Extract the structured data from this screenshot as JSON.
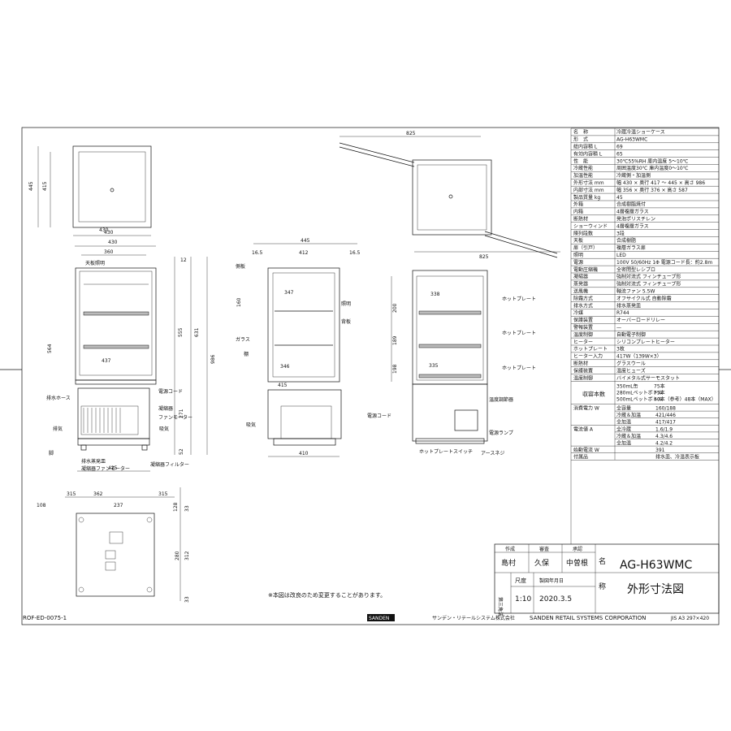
{
  "dims": {
    "top_w": "825",
    "bottom_w": "825",
    "front_w1": "430",
    "front_w2": "430",
    "front_w3": "437",
    "front_w4": "425",
    "front_inner": "360",
    "front_inner_h": "564",
    "h445": "445",
    "h415": "415",
    "w430b": "430",
    "h12": "12",
    "h555": "555",
    "h631": "631",
    "h986": "986",
    "h271": "271",
    "h52": "52",
    "side_445": "445",
    "side_165a": "16.5",
    "side_412": "412",
    "side_165b": "16.5",
    "side_347": "347",
    "side_346": "346",
    "side_415": "415",
    "side_410": "410",
    "side_200": "200",
    "side_189": "189",
    "side_198": "198",
    "side_160": "160",
    "right_338": "338",
    "right_335": "335",
    "bot_315a": "315",
    "bot_362": "362",
    "bot_315b": "315",
    "bot_237": "237",
    "bot_108": "108",
    "bot_128": "128",
    "bot_33a": "33",
    "bot_312": "312",
    "bot_280": "280",
    "bot_33b": "33"
  },
  "labels": {
    "front": [
      "天板照明",
      "排水ホース",
      "凝縮器",
      "電源コード",
      "排気",
      "ファンモーター",
      "脚",
      "凝縮器フィルター",
      "吸気",
      "排水蒸発皿",
      "凝縮器ファンモーター"
    ],
    "side": [
      "側板",
      "ガラス",
      "背板",
      "棚",
      "照明",
      "吸気"
    ],
    "right": [
      "ホットプレート",
      "ホットプレート",
      "ホットプレート",
      "温度調節器",
      "電源コード",
      "ホットプレートスイッチ",
      "電源ランプ",
      "アースネジ"
    ]
  },
  "spec_rows": [
    [
      "名　称",
      "冷蔵冷温ショーケース"
    ],
    [
      "形　式",
      "AG-H63WMC"
    ],
    [
      "総内容積 L",
      "69"
    ],
    [
      "有効内容積 L",
      "65"
    ],
    [
      "性　能",
      "30℃55%RH 庫内温度 5～10℃"
    ],
    [
      "冷蔵性能",
      "周囲温度30℃ 庫内温度0～10℃"
    ],
    [
      "加温性能",
      "冷蔵側・加温側"
    ],
    [
      "外形寸法 mm",
      "幅 430 × 奥行 417 ～ 445 × 高さ 986"
    ],
    [
      "内部寸法 mm",
      "幅 356 × 奥行 376 × 高さ 587"
    ],
    [
      "製品質量 kg",
      "45"
    ],
    [
      "外箱",
      "合成樹脂焼付"
    ],
    [
      "内箱",
      "4層複層ガラス"
    ],
    [
      "断熱材",
      "発泡ポリスチレン"
    ],
    [
      "ショーウィンド",
      "4層複層ガラス"
    ],
    [
      "陳列段数",
      "3段"
    ],
    [
      "天板",
      "合成樹脂"
    ],
    [
      "扉（引戸）",
      "複層ガラス扉"
    ],
    [
      "照明",
      "LED"
    ],
    [
      "電源",
      "100V 50/60Hz 1Φ 電源コード長：約2.8m"
    ],
    [
      "電動圧縮機",
      "全密閉型レシプロ"
    ],
    [
      "凝縮器",
      "強制対流式 フィンチューブ形"
    ],
    [
      "蒸発器",
      "強制対流式 フィンチューブ形"
    ],
    [
      "送風機",
      "軸流ファン 5.5W"
    ],
    [
      "除霜方式",
      "オフサイクル式 自動除霜"
    ],
    [
      "排水方式",
      "排水蒸発皿"
    ],
    [
      "冷媒",
      "R744"
    ],
    [
      "保護装置",
      "オーバーロードリレー"
    ],
    [
      "警報装置",
      "—"
    ],
    [
      "温度制御",
      "自動電子制御"
    ],
    [
      "ヒーター",
      "シリコンプレートヒーター"
    ],
    [
      "ホットプレート",
      "3枚"
    ],
    [
      "ヒーター入力",
      "417W（139W×3）"
    ],
    [
      "断熱材",
      "グラスウール"
    ],
    [
      "保護装置",
      "温度ヒューズ"
    ],
    [
      "温度制御",
      "バイメタル式サーモスタット"
    ]
  ],
  "capacity": [
    [
      "350mL缶",
      "75本"
    ],
    [
      "280mLペットボトル",
      "75本"
    ],
    [
      "500mLペットボトル",
      "40本（参考）48本（MAX）"
    ]
  ],
  "power": [
    [
      "消費電力 W",
      "全容量",
      "160/188"
    ],
    [
      "",
      "冷蔵＆加温",
      "421/446"
    ],
    [
      "",
      "全加温",
      "417/417"
    ],
    [
      "電流値 A",
      "全冷蔵",
      "1.6/1.9"
    ],
    [
      "",
      "冷蔵＆加温",
      "4.3/4.6"
    ],
    [
      "",
      "全加温",
      "4.2/4.2"
    ],
    [
      "始動電流 W",
      "",
      "391"
    ],
    [
      "付属品",
      "",
      "排水皿、冷温表示板"
    ]
  ],
  "title_block": {
    "created": "作成",
    "checked": "審査",
    "approved": "承認",
    "created_by": "島村",
    "checked_by": "久保",
    "approved_by": "中曽根",
    "name_label": "名",
    "model": "AG-H63WMC",
    "name_label2": "称",
    "drawing_name": "外形寸法図",
    "scale_label": "尺度",
    "scale": "1:10",
    "date_label": "製図年月日",
    "date": "2020.3.5",
    "method_label": "第三角法",
    "company_jp": "サンデン・リテールシステム株式会社",
    "company_en": "SANDEN RETAIL SYSTEMS CORPORATION",
    "logo": "SANDEN",
    "paper": "JIS A3 297×420"
  },
  "note": "※本図は改良のため変更することがあります。",
  "doc_no": "ROF-ED-0075-1"
}
